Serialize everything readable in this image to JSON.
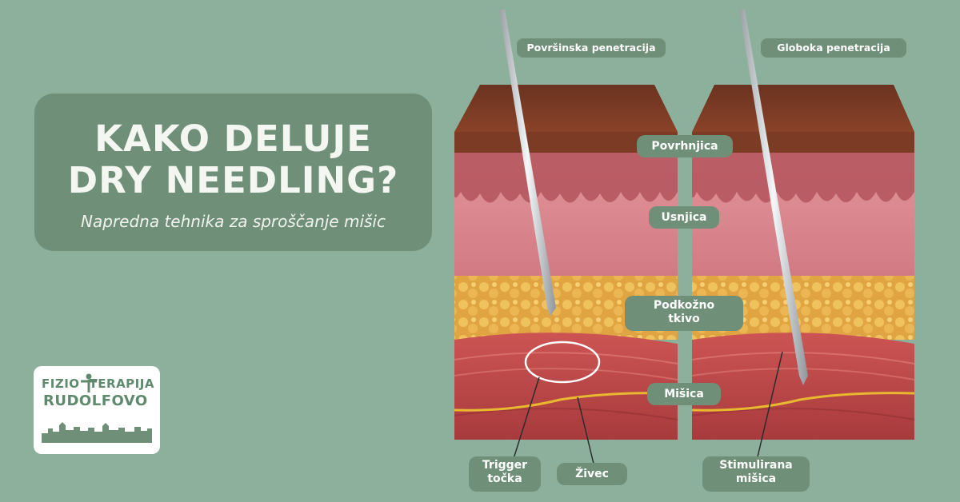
{
  "title": {
    "line1": "KAKO DELUJE",
    "line2": "DRY NEEDLING?",
    "subtitle": "Napredna tehnika za sproščanje mišic"
  },
  "logo": {
    "line1_a": "FIZIO",
    "line1_b": "TERAPIJA",
    "line2": "RUDOLFOVO"
  },
  "panels": {
    "left": {
      "label": "Površinska penetracija"
    },
    "right": {
      "label": "Globoka penetracija"
    }
  },
  "layers": {
    "epidermis": "Povrhnjica",
    "dermis": "Usnjica",
    "subcutaneous_1": "Podkožno",
    "subcutaneous_2": "tkivo",
    "muscle": "Mišica"
  },
  "callouts": {
    "trigger_1": "Trigger",
    "trigger_2": "točka",
    "nerve": "Živec",
    "stimulated_1": "Stimulirana",
    "stimulated_2": "mišica"
  },
  "colors": {
    "background": "#8db09c",
    "label_bg": "#6f8f78",
    "skin_top": "#7a3a22",
    "dermis": "#d9868f",
    "fat": "#e3ad4a",
    "muscle": "#c0494b",
    "nerve": "#e8b830"
  }
}
